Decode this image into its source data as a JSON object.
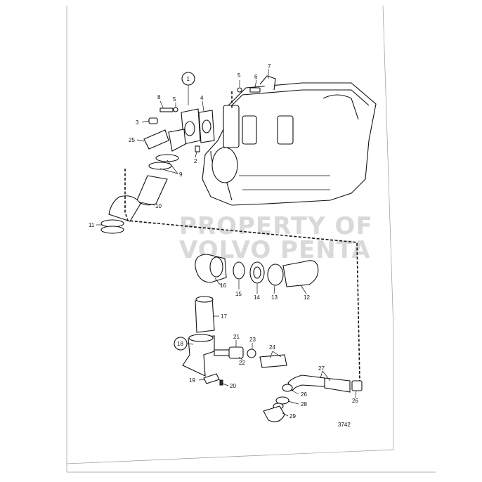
{
  "watermark": {
    "line1": "PROPERTY OF",
    "line2": "VOLVO PENTA"
  },
  "drawing_number": "3742",
  "callouts": [
    {
      "id": "1",
      "label": "1",
      "circled": true
    },
    {
      "id": "2",
      "label": "2"
    },
    {
      "id": "3",
      "label": "3"
    },
    {
      "id": "4",
      "label": "4"
    },
    {
      "id": "5a",
      "label": "5"
    },
    {
      "id": "5b",
      "label": "5"
    },
    {
      "id": "6",
      "label": "6"
    },
    {
      "id": "7",
      "label": "7"
    },
    {
      "id": "8",
      "label": "8"
    },
    {
      "id": "9",
      "label": "9"
    },
    {
      "id": "10",
      "label": "10"
    },
    {
      "id": "11",
      "label": "11"
    },
    {
      "id": "12",
      "label": "12"
    },
    {
      "id": "13",
      "label": "13"
    },
    {
      "id": "14",
      "label": "14"
    },
    {
      "id": "15",
      "label": "15"
    },
    {
      "id": "16",
      "label": "16"
    },
    {
      "id": "17",
      "label": "17"
    },
    {
      "id": "18",
      "label": "18",
      "circled": true
    },
    {
      "id": "19",
      "label": "19"
    },
    {
      "id": "20",
      "label": "20"
    },
    {
      "id": "21",
      "label": "21"
    },
    {
      "id": "22",
      "label": "22"
    },
    {
      "id": "23",
      "label": "23"
    },
    {
      "id": "24",
      "label": "24"
    },
    {
      "id": "25",
      "label": "25"
    },
    {
      "id": "26a",
      "label": "26"
    },
    {
      "id": "26b",
      "label": "26"
    },
    {
      "id": "27",
      "label": "27"
    },
    {
      "id": "28",
      "label": "28"
    },
    {
      "id": "29",
      "label": "29"
    }
  ]
}
